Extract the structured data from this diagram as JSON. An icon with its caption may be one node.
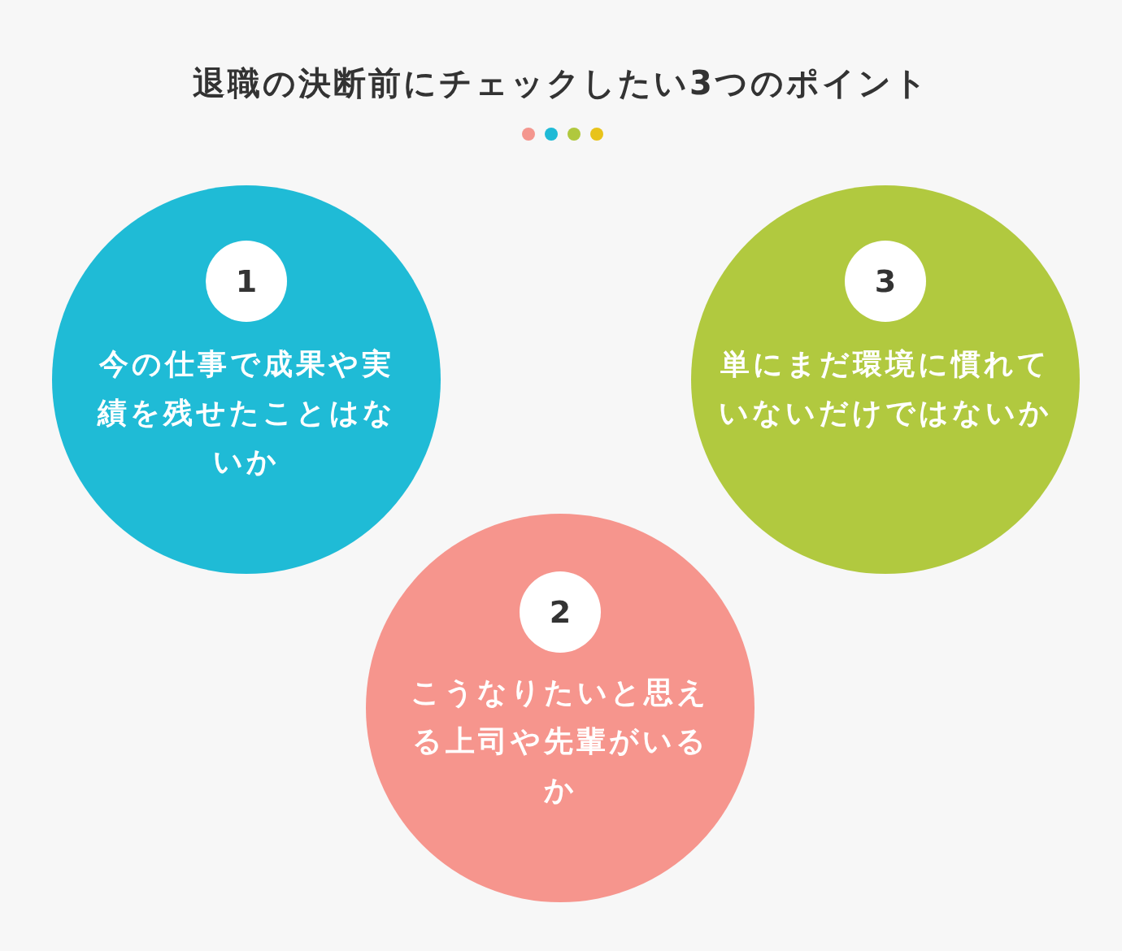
{
  "diagram": {
    "title": "退職の決断前にチェックしたい3つのポイント",
    "nodes": [
      {
        "text": [
          "今の仕事で成果や実績を残せたことはないか"
        ]
      },
      {
        "text": [
          "1"
        ],
        "in": 0
      },
      {
        "text": [
          "単にまだ環境に慣れていないだけではないか"
        ]
      },
      {
        "text": [
          "3"
        ],
        "in": 2
      },
      {
        "text": [
          "こうなりたいと思える上司や先輩がいるか"
        ]
      },
      {
        "text": [
          "2"
        ],
        "in": 4
      }
    ],
    "edges": []
  }
}
